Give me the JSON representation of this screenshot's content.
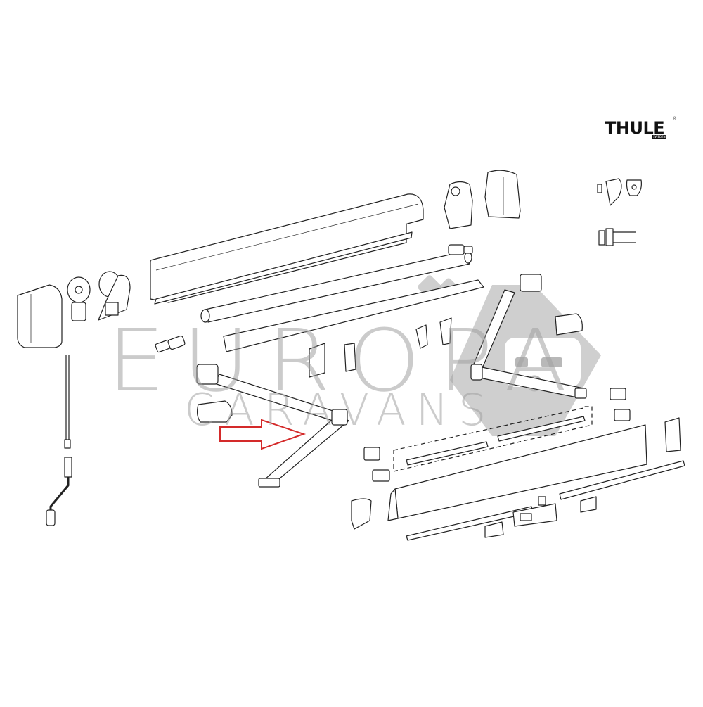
{
  "diagram": {
    "type": "exploded-parts-diagram",
    "subject": "awning assembly",
    "brand_logo": {
      "text": "THULE",
      "subtext": "SWEDEN",
      "mark": "®"
    },
    "watermark": {
      "line1": "EUROPA",
      "line2": "CARAVANS",
      "color": "#a0a0a0",
      "logo": "caravan-icon"
    },
    "highlight_arrow": {
      "color": "#d42a2a",
      "target": "lower-left-support-arm"
    },
    "line_color": "#222222",
    "parts": [
      "end-cap-left",
      "winding-gear",
      "gear-housing-left",
      "crank-handle",
      "awning-cassette-housing",
      "roller-tube",
      "valance-strip",
      "roller-end-plug",
      "support-arm-left",
      "arm-bracket-cover-left",
      "arm-clip",
      "wall-bracket",
      "gear-housing-right",
      "end-cap-right",
      "roller-plug-right",
      "support-arm-right",
      "arm-bracket-cover-right",
      "mounting-bracket-set",
      "spring-pin-set",
      "lead-bar-tension-rods",
      "front-lead-bar",
      "lead-bar-end-cap-left",
      "lead-bar-end-cap-right",
      "lead-rail-rod",
      "lock-plate",
      "rail-clip-left",
      "rail-clip-right"
    ]
  }
}
